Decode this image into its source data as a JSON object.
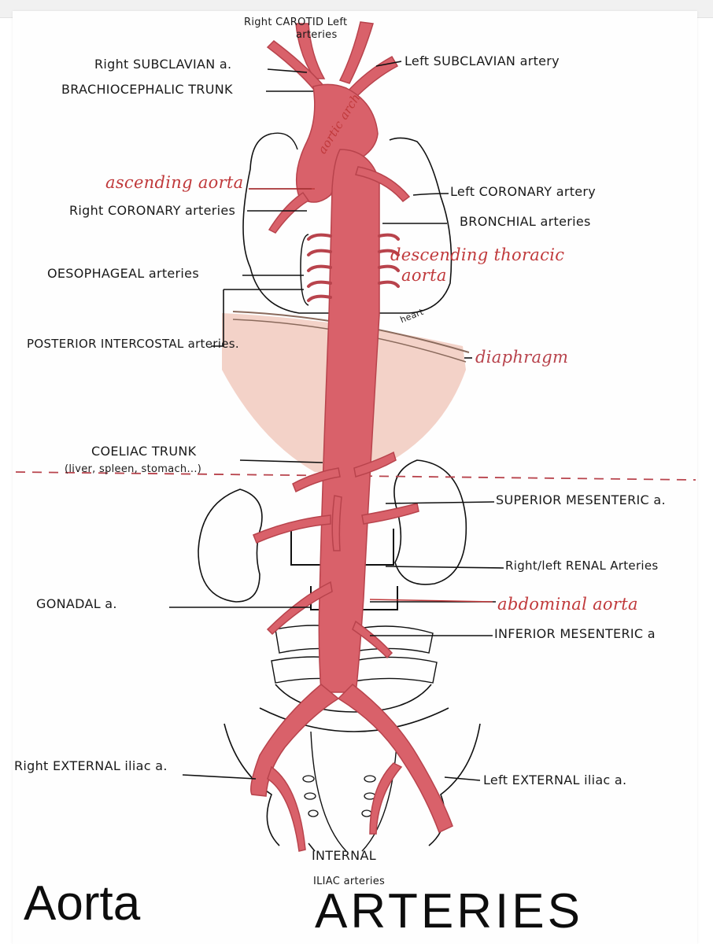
{
  "labels": {
    "carotid": "Right CAROTID Left",
    "arteries_top": "arteries",
    "right_subclavian": "Right SUBCLAVIAN a.",
    "brachiocephalic": "BRACHIOCEPHALIC TRUNK",
    "left_subclavian": "Left SUBCLAVIAN artery",
    "aortic_arch": "aortic arch",
    "ascending_aorta": "ascending aorta",
    "left_coronary": "Left CORONARY artery",
    "right_coronary": "Right CORONARY arteries",
    "bronchial": "BRONCHIAL arteries",
    "oesophageal": "OESOPHAGEAL arteries",
    "descending_thoracic_1": "descending thoracic",
    "descending_thoracic_2": "aorta",
    "heart": "heart",
    "posterior_intercostal": "POSTERIOR INTERCOSTAL arteries.",
    "diaphragm": "diaphragm",
    "coeliac_trunk": "COELIAC TRUNK",
    "coeliac_sub": "(liver, spleen, stomach...)",
    "superior_mesenteric": "SUPERIOR MESENTERIC a.",
    "renal": "Right/left RENAL Arteries",
    "gonadal": "GONADAL a.",
    "abdominal_aorta": "abdominal aorta",
    "inferior_mesenteric": "INFERIOR MESENTERIC a",
    "right_external_iliac": "Right EXTERNAL iliac a.",
    "left_external_iliac": "Left EXTERNAL iliac a.",
    "internal_iliac_1": "INTERNAL",
    "internal_iliac_2": "ILIAC arteries"
  },
  "title": {
    "left": "Aorta",
    "right": "ARTERIES"
  },
  "colors": {
    "artery": "#d9616a",
    "artery_dark": "#b8434c",
    "diaphragm": "#ecb7a8",
    "ink": "#111111",
    "red_ink": "#c0393b"
  }
}
